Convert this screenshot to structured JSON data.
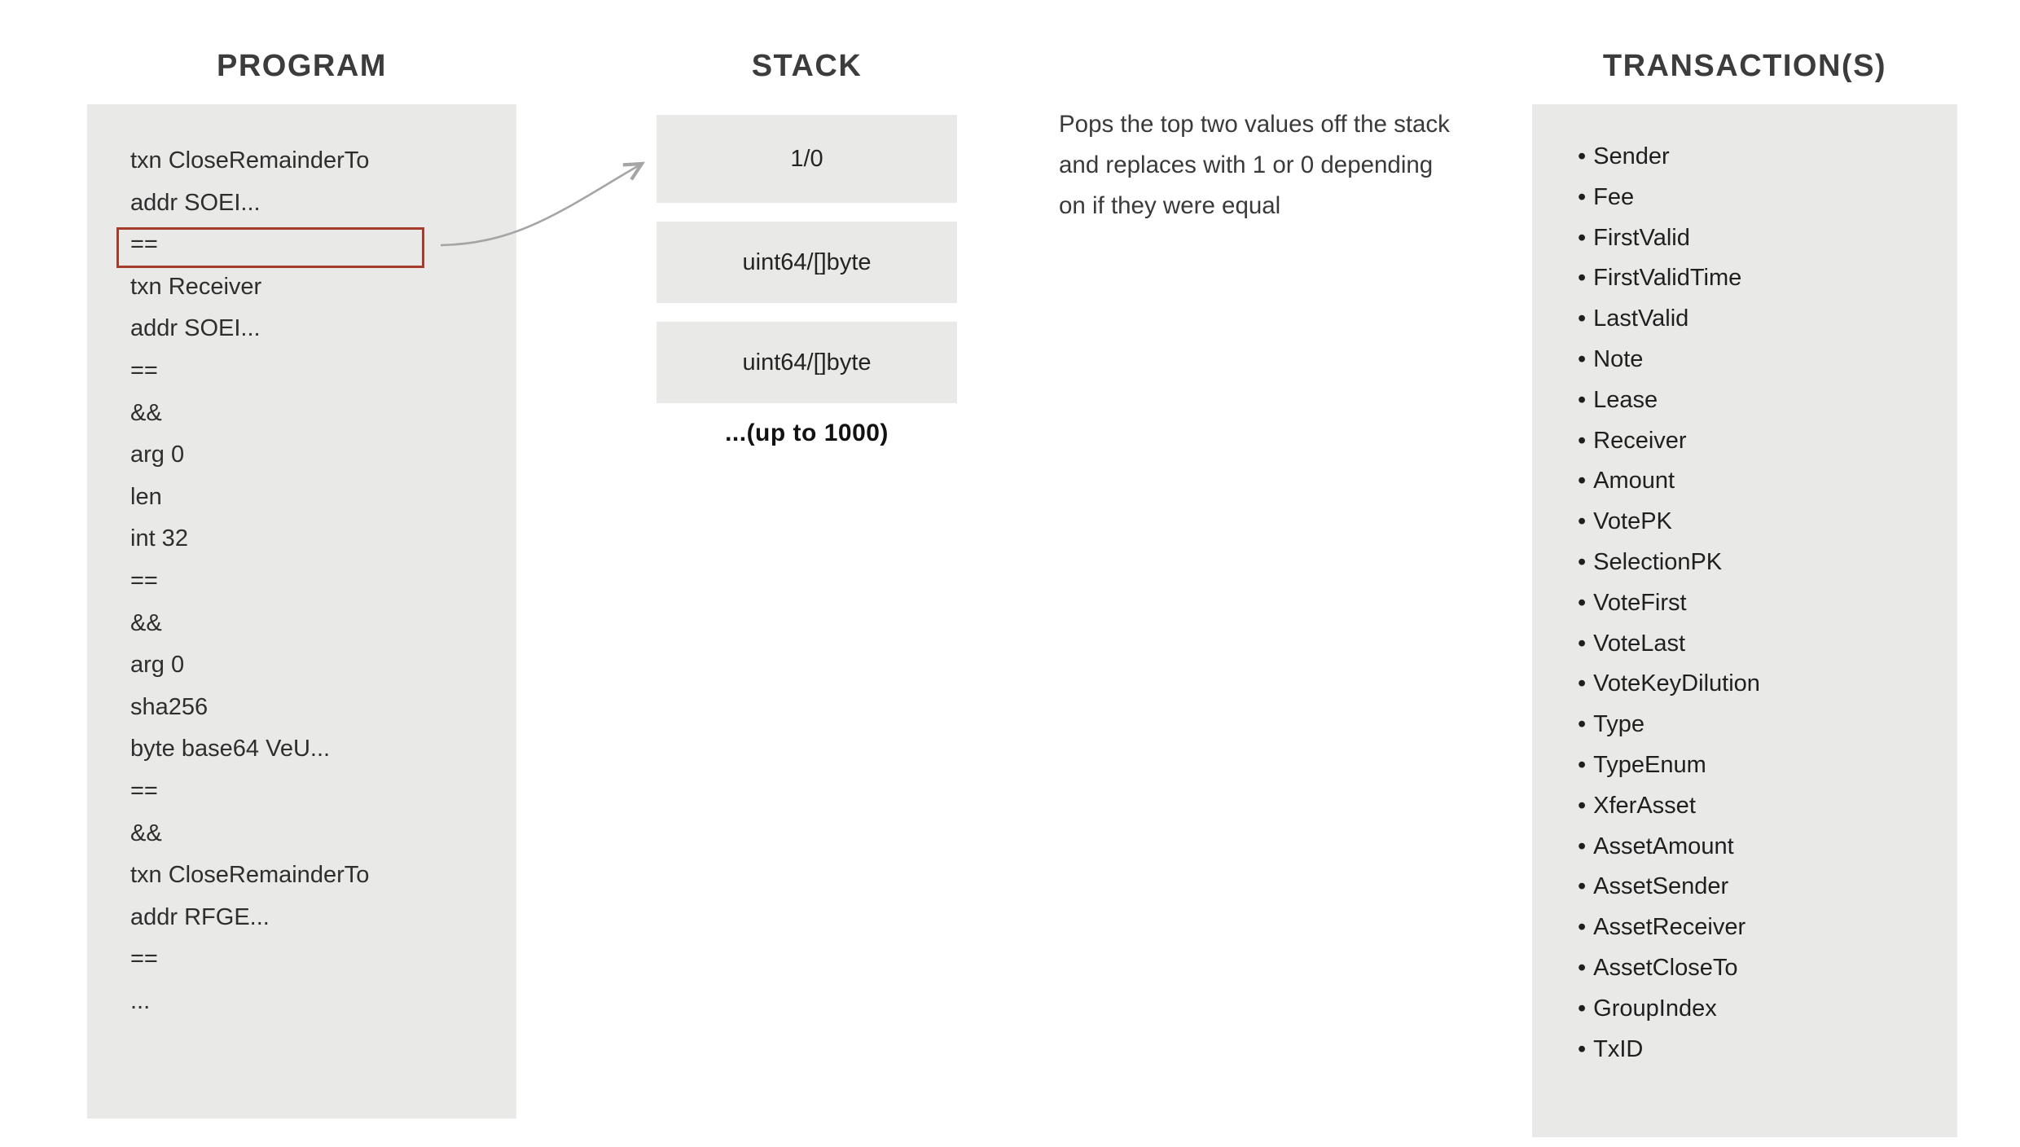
{
  "program": {
    "title": "PROGRAM",
    "highlighted_line_index": 2,
    "lines": [
      "txn CloseRemainderTo",
      "addr SOEI...",
      "==",
      "txn Receiver",
      "addr SOEI...",
      "==",
      "&&",
      "arg 0",
      "len",
      "int 32",
      "==",
      "&&",
      "arg 0",
      "sha256",
      "byte base64 VeU...",
      "==",
      "&&",
      "txn CloseRemainderTo",
      "addr RFGE...",
      "==",
      "..."
    ]
  },
  "stack": {
    "title": "STACK",
    "boxes": [
      "1/0",
      "uint64/[]byte",
      "uint64/[]byte"
    ],
    "capacity_note": "...(up to 1000)"
  },
  "annotation": {
    "text": "Pops the top two values off the stack and replaces with 1 or 0 depending on if they were equal"
  },
  "transactions": {
    "title": "TRANSACTION(S)",
    "bullet": "•",
    "fields": [
      "Sender",
      "Fee",
      "FirstValid",
      "FirstValidTime",
      "LastValid",
      "Note",
      "Lease",
      "Receiver",
      "Amount",
      "VotePK",
      "SelectionPK",
      "VoteFirst",
      "VoteLast",
      "VoteKeyDilution",
      "Type",
      "TypeEnum",
      "XferAsset",
      "AssetAmount",
      "AssetSender",
      "AssetReceiver",
      "AssetCloseTo",
      "GroupIndex",
      "TxID"
    ]
  },
  "colors": {
    "box_background": "#e9e9e8",
    "highlight_border": "#a63c2c",
    "arrow": "#a5a5a5",
    "heading_text": "#3c3c3c",
    "body_text": "#2e2e2e"
  }
}
